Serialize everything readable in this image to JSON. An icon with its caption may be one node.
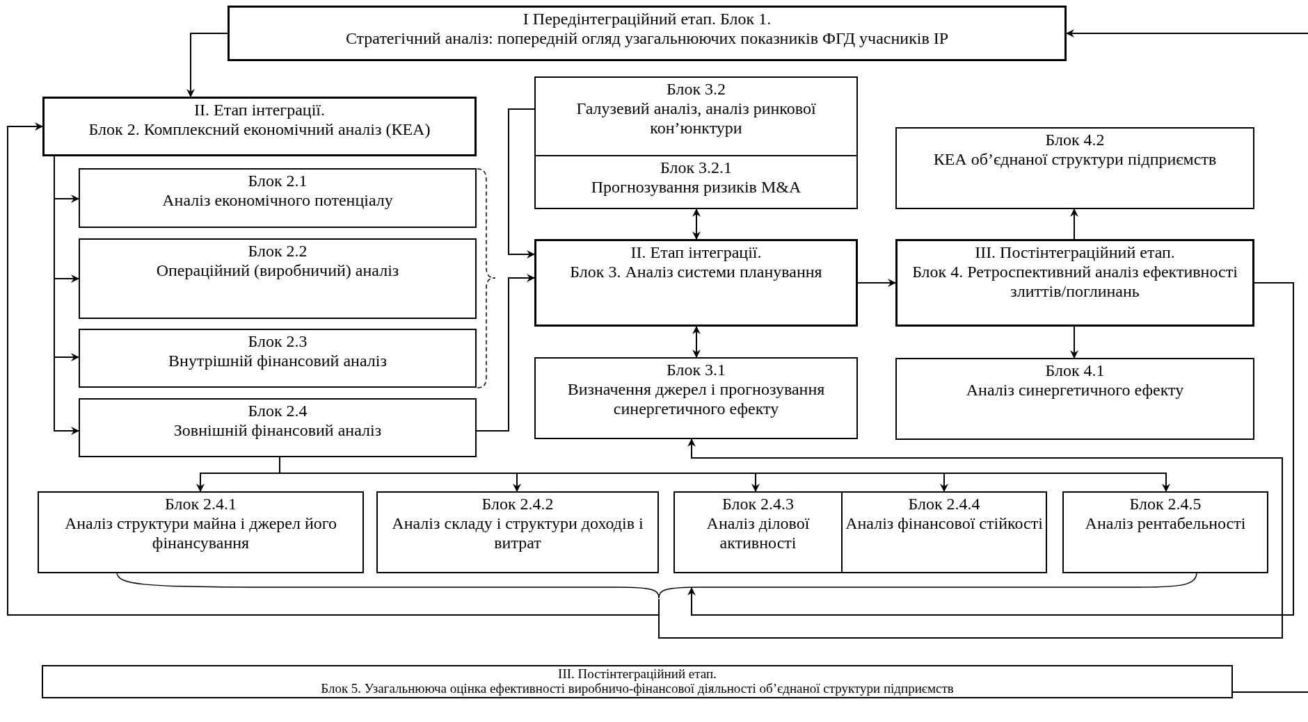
{
  "diagram": {
    "nodes": [
      {
        "text": [
          "I Передінтеграційний етап. Блок 1.",
          "Стратегічний аналіз: попередній огляд узагальнюючих показників ФГД учасників ІР"
        ]
      },
      {
        "text": [
          "II. Етап інтеграції.",
          "Блок 2. Комплексний економічний аналіз (КЕА)"
        ]
      },
      {
        "text": [
          "Блок 3.2",
          "Галузевий аналіз, аналіз ринкової кон’юнктури"
        ]
      },
      {
        "text": [
          "Блок 3.2.1",
          "Прогнозування ризиків M&A"
        ]
      },
      {
        "text": [
          "Блок 4.2",
          "КЕА об’єднаної структури підприємств"
        ]
      },
      {
        "text": [
          "Блок 2.1",
          "Аналіз економічного потенціалу"
        ]
      },
      {
        "text": [
          "Блок 2.2",
          "Операційний (виробничий) аналіз"
        ]
      },
      {
        "text": [
          "II. Етап інтеграції.",
          "Блок 3. Аналіз системи планування"
        ]
      },
      {
        "text": [
          "III. Постінтеграційний етап.",
          "Блок 4. Ретроспективний аналіз ефективності злиттів/поглинань"
        ]
      },
      {
        "text": [
          "Блок 2.3",
          "Внутрішній фінансовий аналіз"
        ]
      },
      {
        "text": [
          "Блок 3.1",
          "Визначення джерел і прогнозування синергетичного ефекту"
        ]
      },
      {
        "text": [
          "Блок 4.1",
          "Аналіз синергетичного ефекту"
        ]
      },
      {
        "text": [
          "Блок 2.4",
          "Зовнішній фінансовий аналіз"
        ]
      },
      {
        "text": [
          "Блок 2.4.1",
          "Аналіз структури майна і джерел його фінансування"
        ]
      },
      {
        "text": [
          "Блок 2.4.2",
          "Аналіз складу і структури доходів і витрат"
        ]
      },
      {
        "text": [
          "Блок 2.4.3",
          "Аналіз ділової активності"
        ]
      },
      {
        "text": [
          "Блок 2.4.4",
          "Аналіз фінансової стійкості"
        ]
      },
      {
        "text": [
          "Блок 2.4.5",
          "Аналіз рентабельності"
        ]
      },
      {
        "text": [],
        "shape": "brace"
      },
      {
        "text": [
          "III. Постінтеграційний етап.",
          "Блок 5. Узагальнююча оцінка ефективності виробничо-фінансової діяльності об’єднаної структури підприємств"
        ]
      }
    ],
    "edges": [
      {
        "from": 0,
        "to": 1,
        "arrow": "to"
      },
      {
        "from": 1,
        "to": 5,
        "arrow": "to"
      },
      {
        "from": 1,
        "to": 6,
        "arrow": "to"
      },
      {
        "from": 1,
        "to": 9,
        "arrow": "to"
      },
      {
        "from": 1,
        "to": 12,
        "arrow": "to"
      },
      {
        "from": 12,
        "to": 7,
        "arrow": "to"
      },
      {
        "from": 2,
        "to": 7,
        "arrow": "to"
      },
      {
        "from": 3,
        "to": 7,
        "arrow": "both"
      },
      {
        "from": 7,
        "to": 10,
        "arrow": "both"
      },
      {
        "from": 7,
        "to": 8,
        "arrow": "to"
      },
      {
        "from": 8,
        "to": 4,
        "arrow": "to"
      },
      {
        "from": 8,
        "to": 11,
        "arrow": "to"
      },
      {
        "from": 12,
        "to": 13,
        "arrow": "to"
      },
      {
        "from": 12,
        "to": 14,
        "arrow": "to"
      },
      {
        "from": 12,
        "to": 15,
        "arrow": "to"
      },
      {
        "from": 12,
        "to": 16,
        "arrow": "to"
      },
      {
        "from": 12,
        "to": 17,
        "arrow": "to"
      },
      {
        "from": 8,
        "to": 18,
        "arrow": "to"
      },
      {
        "from": 18,
        "to": 1,
        "arrow": "to"
      },
      {
        "from": 18,
        "to": 10,
        "arrow": "to"
      },
      {
        "from": 19,
        "to": null,
        "arrow": "none"
      },
      {
        "from": null,
        "to": 0,
        "arrow": "to"
      }
    ]
  }
}
